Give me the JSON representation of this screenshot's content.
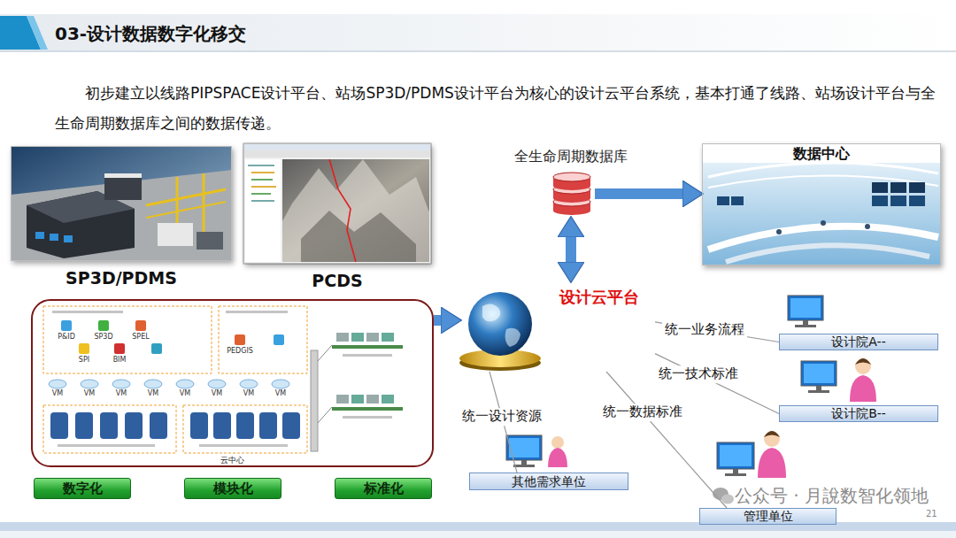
{
  "diagram": {
    "title": "03-设计数据数字化移交",
    "nodes": [
      {
        "text": [
          "SP3D/PDMS"
        ]
      },
      {
        "text": [
          "PCDS"
        ]
      },
      {
        "text": [
          "全生命周期数据库"
        ]
      },
      {
        "text": [
          "数据中心"
        ]
      },
      {
        "text": [
          "设计云平台"
        ]
      },
      {
        "text": [
          "云中心"
        ]
      },
      {
        "text": [
          "设计院A--"
        ]
      },
      {
        "text": [
          "设计院B--"
        ]
      },
      {
        "text": [
          "其他需求单位"
        ]
      },
      {
        "text": [
          "管理单位"
        ]
      },
      {
        "text": [
          "数字化"
        ]
      },
      {
        "text": [
          "模块化"
        ]
      },
      {
        "text": [
          "标准化"
        ]
      }
    ],
    "edges": [
      {
        "from": 2,
        "to": 3,
        "arrow": "to"
      },
      {
        "from": 2,
        "to": 4,
        "arrow": "both"
      },
      {
        "from": 5,
        "to": 4,
        "arrow": "to"
      },
      {
        "from": 4,
        "to": 6,
        "label": "统一业务流程",
        "arrow": "none"
      },
      {
        "from": 4,
        "to": 7,
        "label": "统一技术标准",
        "arrow": "none"
      },
      {
        "from": 4,
        "to": 9,
        "label": "统一数据标准",
        "arrow": "none"
      },
      {
        "from": 4,
        "to": 8,
        "label": "统一设计资源",
        "arrow": "none"
      }
    ],
    "labels": [
      "初步建立以线路PIPSPACE设计平台、站场SP3D/PDMS设计平台为核心的设计云平台系统，基本打通了线路、站场设计平台与全生命周期数据库之间的数据传递。",
      "P&ID",
      "SP3D",
      "SPEL",
      "SPI",
      "BIM",
      "PEDGIS",
      "VM",
      "VM",
      "VM",
      "VM",
      "VM",
      "VM",
      "VM",
      "VM",
      "公众号 · 月說数智化领地",
      "21"
    ]
  }
}
